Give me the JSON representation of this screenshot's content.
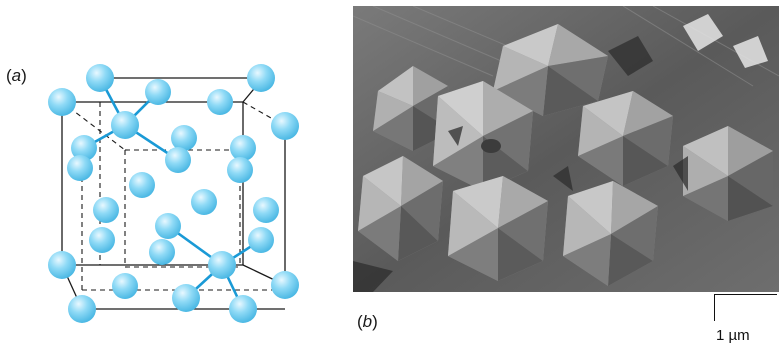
{
  "figure": {
    "panel_a": {
      "label_letter": "a",
      "atom_color": "#7fd3f3",
      "bond_color": "#1a9ad6",
      "cube_line_color": "#1a1a1a"
    },
    "panel_b": {
      "label_letter": "b",
      "scale_bar_text": "1 µm"
    }
  }
}
